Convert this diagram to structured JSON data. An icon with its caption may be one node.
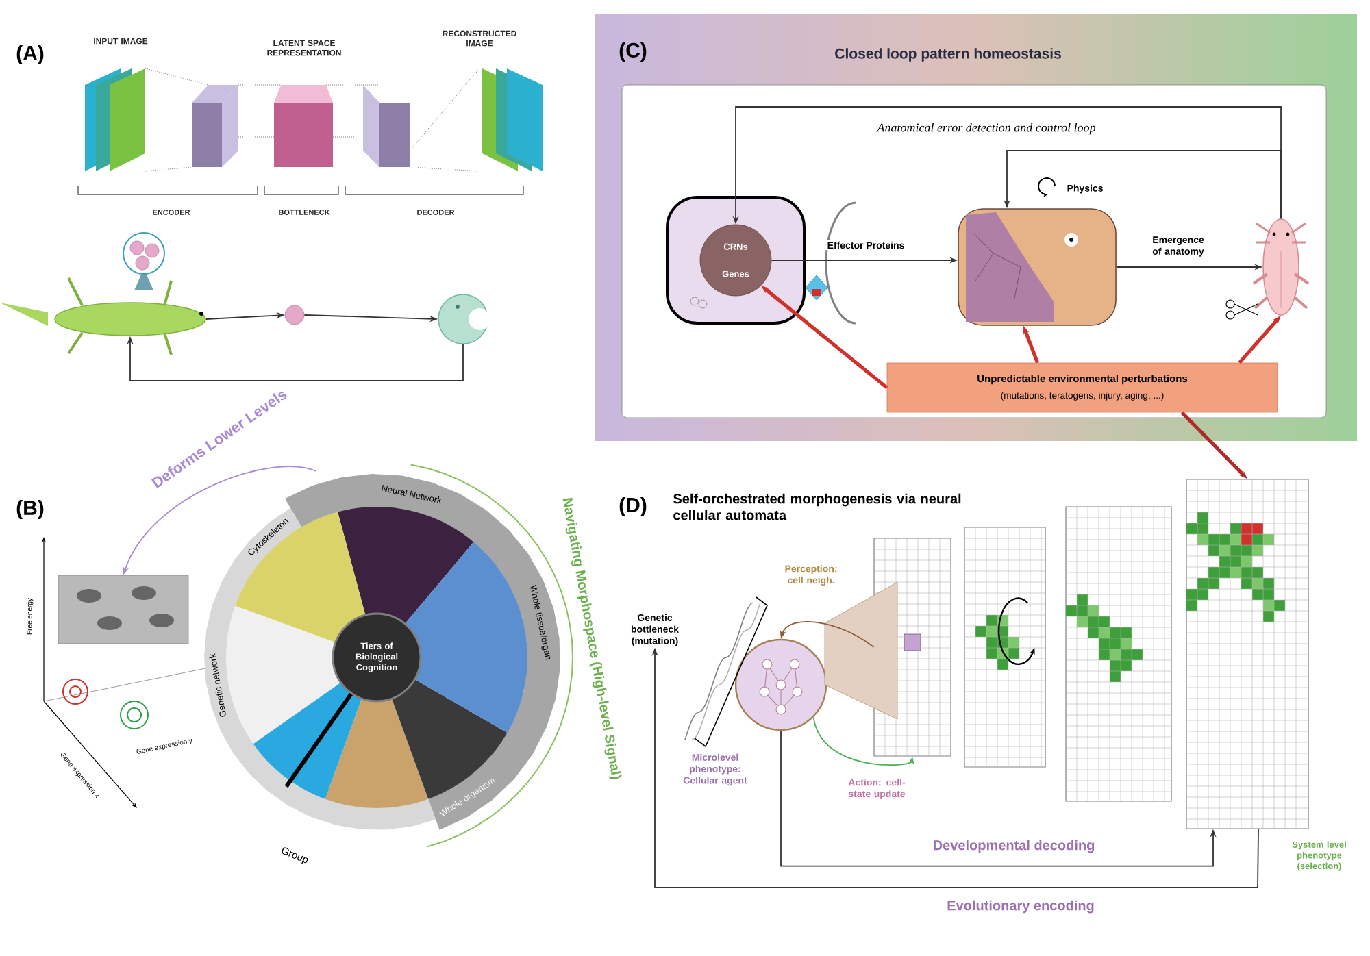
{
  "diagram": {
    "nodes": [
      {
        "text": [],
        "shape": "picture"
      },
      {
        "text": [],
        "shape": "circle"
      },
      {
        "text": [],
        "shape": "picture"
      },
      {
        "text": [
          "Tiers of Biological Cognition"
        ]
      },
      {
        "text": [],
        "shape": "picture"
      },
      {
        "text": [
          "Closed loop pattern homeostasis"
        ]
      },
      {
        "text": [],
        "shape": "box",
        "in": 5
      },
      {
        "text": [
          "CRNs",
          "Genes"
        ],
        "in": 6
      },
      {
        "text": [],
        "shape": "picture",
        "in": 6,
        "beside": [
          "Physics"
        ]
      },
      {
        "text": [],
        "shape": "picture",
        "in": 6
      },
      {
        "text": [
          "Unpredictable environmental perturbations",
          "(mutations, teratogens, injury, aging, ...)"
        ],
        "in": 6
      },
      {
        "text": [
          "Genetic bottleneck (mutation)"
        ]
      },
      {
        "text": [],
        "shape": "circle",
        "beside": [
          "Microlevel phenotype: Cellular agent"
        ]
      },
      {
        "text": [],
        "shape": "box",
        "beside": [
          "Perception: cell neigh."
        ]
      },
      {
        "text": [],
        "shape": "box"
      },
      {
        "text": [],
        "shape": "box"
      },
      {
        "text": [],
        "shape": "box",
        "beside": [
          "System level phenotype (selection)"
        ]
      }
    ],
    "edges": [
      {
        "from": 0,
        "to": 1,
        "arrow": "to"
      },
      {
        "from": 1,
        "to": 2,
        "arrow": "to"
      },
      {
        "from": 2,
        "to": 0,
        "arrow": "to"
      },
      {
        "from": 3,
        "to": 4,
        "arrow": "to",
        "label": "Deforms Lower Levels",
        "color": "#a88ad6"
      },
      {
        "from": 7,
        "to": 8,
        "arrow": "to",
        "label": "Effector Proteins"
      },
      {
        "from": 8,
        "to": 9,
        "arrow": "to",
        "label": "Emergence of anatomy"
      },
      {
        "from": 9,
        "to": 7,
        "arrow": "to",
        "label": "Anatomical error detection and control loop"
      },
      {
        "from": 9,
        "to": 8,
        "arrow": "to"
      },
      {
        "from": 10,
        "to": 7,
        "arrow": "to",
        "style": "thick",
        "color": "#d0312d"
      },
      {
        "from": 10,
        "to": 8,
        "arrow": "to",
        "style": "thick",
        "color": "#d0312d"
      },
      {
        "from": 10,
        "to": 9,
        "arrow": "to",
        "style": "thick",
        "color": "#d0312d"
      },
      {
        "from": 10,
        "to": 16,
        "arrow": "to",
        "style": "thick",
        "color": "#b02a2a"
      },
      {
        "from": 13,
        "to": 12,
        "arrow": "to",
        "color": "#8a5a3a"
      },
      {
        "from": 12,
        "to": 13,
        "arrow": "to",
        "label": "Action: cell-state update",
        "color": "#4caf50"
      },
      {
        "from": 12,
        "to": 16,
        "arrow": "to",
        "label": "Developmental decoding"
      },
      {
        "from": 16,
        "to": 11,
        "arrow": "to",
        "label": "Evolutionary encoding"
      }
    ],
    "labels": [
      "(A)",
      "INPUT IMAGE",
      "LATENT SPACE REPRESENTATION",
      "RECONSTRUCTED IMAGE",
      "ENCODER",
      "BOTTLENECK",
      "DECODER",
      "(B)",
      "Navigating Morphospace (High-level Signal)",
      "Neural Network",
      "Cytoskeleton",
      "Whole tissue/organ",
      "Genetic network",
      "Whole organism",
      "Group",
      "Free energy",
      "Gene expression x",
      "Gene expression y",
      "(C)",
      "(D)",
      "Self-orchestrated morphogenesis via neural cellular automata"
    ]
  }
}
